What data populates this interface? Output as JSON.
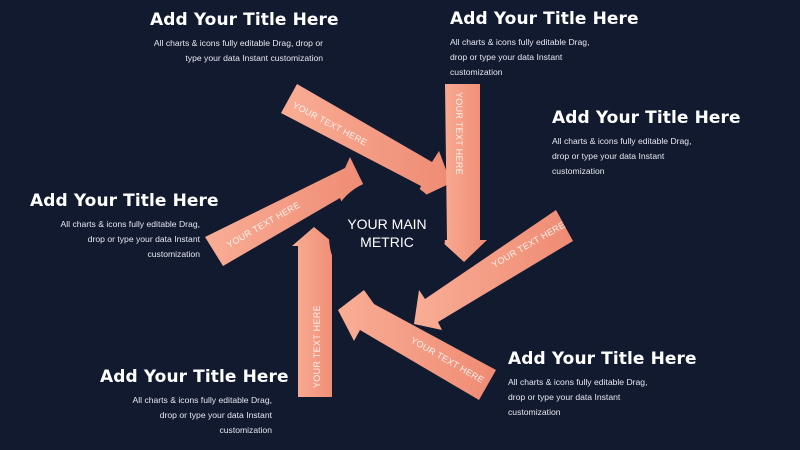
{
  "center": {
    "line1": "YOUR MAIN",
    "line2": "METRIC"
  },
  "arrows": [
    {
      "label": "YOUR TEXT HERE"
    },
    {
      "label": "YOUR TEXT HERE"
    },
    {
      "label": "YOUR TEXT HERE"
    },
    {
      "label": "YOUR TEXT HERE"
    },
    {
      "label": "YOUR TEXT HERE"
    },
    {
      "label": "YOUR TEXT HERE"
    }
  ],
  "blocks": [
    {
      "title": "Add Your Title Here",
      "body": "All charts & icons fully editable Drag, drop or type your data Instant customization"
    },
    {
      "title": "Add Your Title Here",
      "body": "All charts & icons fully editable Drag, drop or type your data Instant customization"
    },
    {
      "title": "Add Your Title Here",
      "body": "All charts & icons fully editable Drag, drop or type your data Instant customization"
    },
    {
      "title": "Add Your Title Here",
      "body": "All charts & icons fully editable Drag, drop or type your data Instant customization"
    },
    {
      "title": "Add Your Title Here",
      "body": "All charts & icons fully editable Drag, drop or type your data Instant customization"
    },
    {
      "title": "Add Your Title Here",
      "body": "All charts & icons fully editable Drag, drop or type your data Instant customization"
    }
  ],
  "colors": {
    "background": "#121a30",
    "arrow_light": "#f8a88f",
    "arrow_dark": "#ef8a74",
    "text": "#ffffff"
  }
}
